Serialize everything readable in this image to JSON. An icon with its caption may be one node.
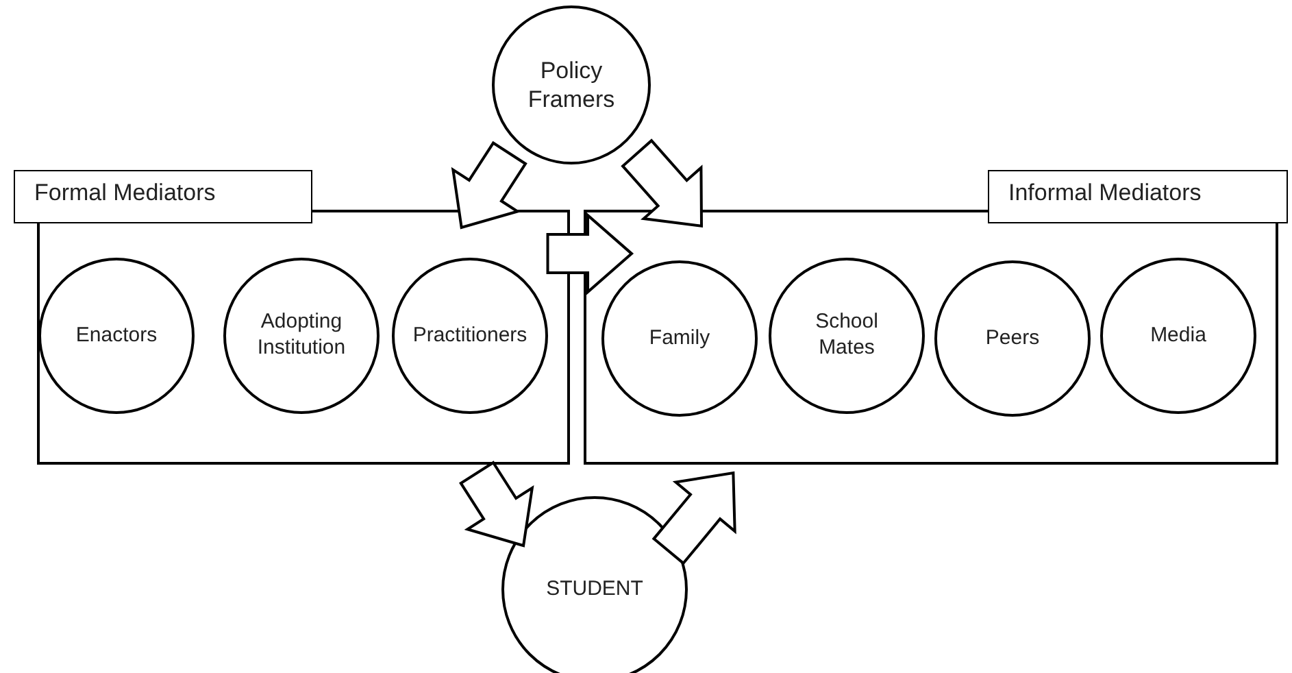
{
  "diagram": {
    "nodes": [
      {
        "text": [
          "Policy Framers"
        ]
      },
      {
        "text": [
          "Formal Mediators"
        ]
      },
      {
        "text": [
          "Enactors"
        ],
        "in": 1
      },
      {
        "text": [
          "Adopting Institution"
        ],
        "in": 1
      },
      {
        "text": [
          "Practitioners"
        ],
        "in": 1
      },
      {
        "text": [
          "Informal Mediators"
        ]
      },
      {
        "text": [
          "Family"
        ],
        "in": 5
      },
      {
        "text": [
          "School Mates"
        ],
        "in": 5
      },
      {
        "text": [
          "Peers"
        ],
        "in": 5
      },
      {
        "text": [
          "Media"
        ],
        "in": 5
      },
      {
        "text": [
          "STUDENT"
        ]
      }
    ],
    "edges": [
      {
        "from": 0,
        "to": 1,
        "arrow": "to"
      },
      {
        "from": 0,
        "to": 5,
        "arrow": "to"
      },
      {
        "from": 1,
        "to": 5,
        "arrow": "to"
      },
      {
        "from": 1,
        "to": 10,
        "arrow": "to"
      },
      {
        "from": 10,
        "to": 5,
        "arrow": "to"
      }
    ]
  }
}
